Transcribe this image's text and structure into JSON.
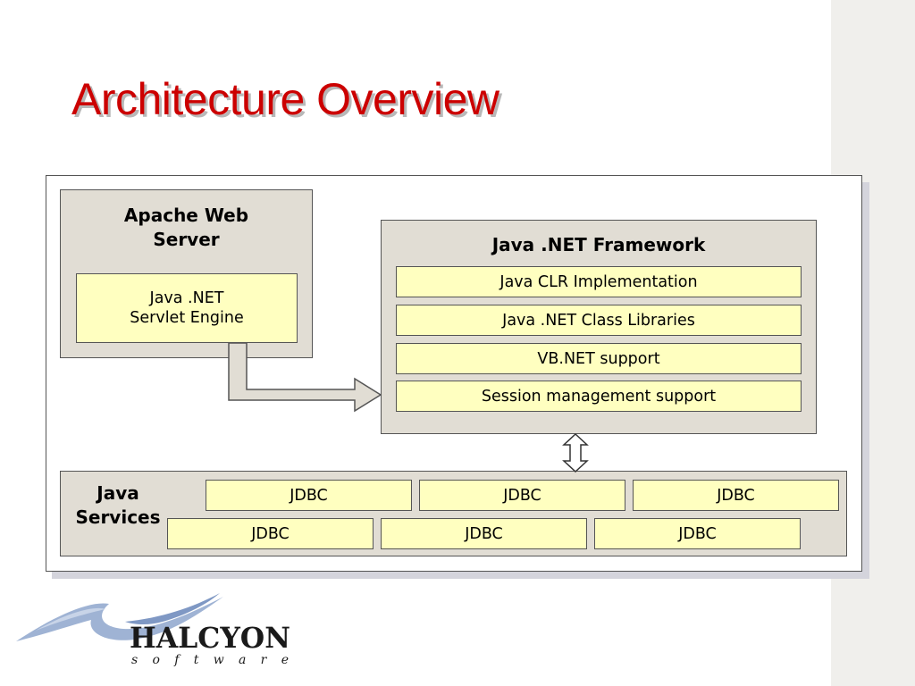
{
  "slide": {
    "title": "Architecture Overview"
  },
  "apache": {
    "title_line1": "Apache Web",
    "title_line2": "Server",
    "engine_line1": "Java .NET",
    "engine_line2": "Servlet Engine"
  },
  "framework": {
    "title": "Java .NET Framework",
    "items": [
      "Java CLR Implementation",
      "Java .NET Class Libraries",
      "VB.NET support",
      "Session management support"
    ]
  },
  "services": {
    "title_line1": "Java",
    "title_line2": "Services",
    "row1": [
      "JDBC",
      "JDBC",
      "JDBC"
    ],
    "row2": [
      "JDBC",
      "JDBC",
      "JDBC"
    ]
  },
  "logo": {
    "name": "HALCYON",
    "tagline": "s o f t w a r e"
  },
  "colors": {
    "title": "#cc0000",
    "box_fill": "#ffffc0",
    "panel_fill": "#e1ddd4",
    "logo_swoosh": "#9fb3d4",
    "logo_text": "#1a1a1a"
  }
}
